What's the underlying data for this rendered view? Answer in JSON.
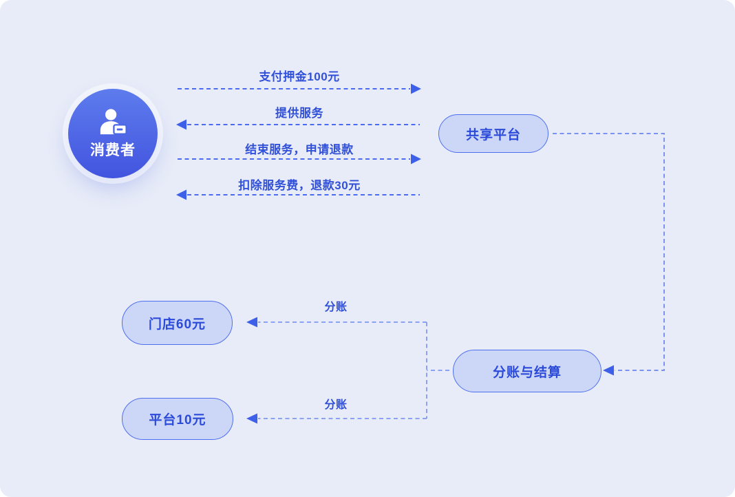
{
  "diagram": {
    "title": "shared-platform-deposit-settlement-flow",
    "nodes": {
      "consumer": {
        "label": "消费者",
        "icon": "user-card-icon",
        "shape": "circle"
      },
      "platform": {
        "label": "共享平台",
        "shape": "pill"
      },
      "settlement": {
        "label": "分账与结算",
        "shape": "pill"
      },
      "store_share": {
        "label": "门店60元",
        "shape": "pill"
      },
      "platform_share": {
        "label": "平台10元",
        "shape": "pill"
      }
    },
    "edges": [
      {
        "id": "pay-deposit",
        "label": "支付押金100元",
        "from": "consumer",
        "to": "platform",
        "direction": "right",
        "style": "dashed"
      },
      {
        "id": "provide-service",
        "label": "提供服务",
        "from": "platform",
        "to": "consumer",
        "direction": "left",
        "style": "dashed"
      },
      {
        "id": "end-service",
        "label": "结束服务，申请退款",
        "from": "consumer",
        "to": "platform",
        "direction": "right",
        "style": "dashed"
      },
      {
        "id": "refund",
        "label": "扣除服务费，退款30元",
        "from": "platform",
        "to": "consumer",
        "direction": "left",
        "style": "dashed"
      },
      {
        "id": "to-settlement",
        "label": "",
        "from": "platform",
        "to": "settlement",
        "direction": "down-left",
        "style": "dashed"
      },
      {
        "id": "split-store",
        "label": "分账",
        "from": "settlement",
        "to": "store_share",
        "direction": "left",
        "style": "dashed"
      },
      {
        "id": "split-platform",
        "label": "分账",
        "from": "settlement",
        "to": "platform_share",
        "direction": "left",
        "style": "dashed"
      }
    ],
    "colors": {
      "canvas-bg": "#e8ecf8",
      "node-fill": "#ccd7f7",
      "node-border": "#4e6ef0",
      "node-text": "#2b4ad9",
      "edge-label-text": "#3150d8",
      "arrow-stroke": "#4a6af0",
      "loop-stroke": "#7b92f0",
      "connector-stroke": "#8ba2f3",
      "arrowhead-fill": "#3e60e8",
      "consumer-grad-top": "#5e7ced",
      "consumer-grad-bottom": "#4254df",
      "consumer-text": "#ffffff"
    }
  }
}
